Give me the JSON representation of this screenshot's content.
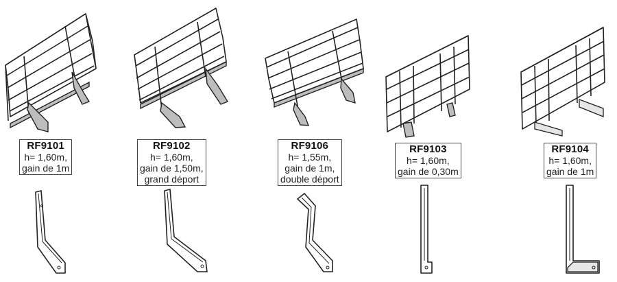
{
  "products": [
    {
      "code": "RF9101",
      "lines": [
        "h= 1,60m,",
        "gain de 1m"
      ]
    },
    {
      "code": "RF9102",
      "lines": [
        "h= 1,60m,",
        "gain de 1,50m,",
        "grand déport"
      ]
    },
    {
      "code": "RF9106",
      "lines": [
        "h= 1,55m,",
        "gain de 1m,",
        "double déport"
      ]
    },
    {
      "code": "RF9103",
      "lines": [
        "h= 1,60m,",
        "gain de 0,30m"
      ]
    },
    {
      "code": "RF9104",
      "lines": [
        "h= 1,60m,",
        "gain de 1m"
      ]
    }
  ]
}
